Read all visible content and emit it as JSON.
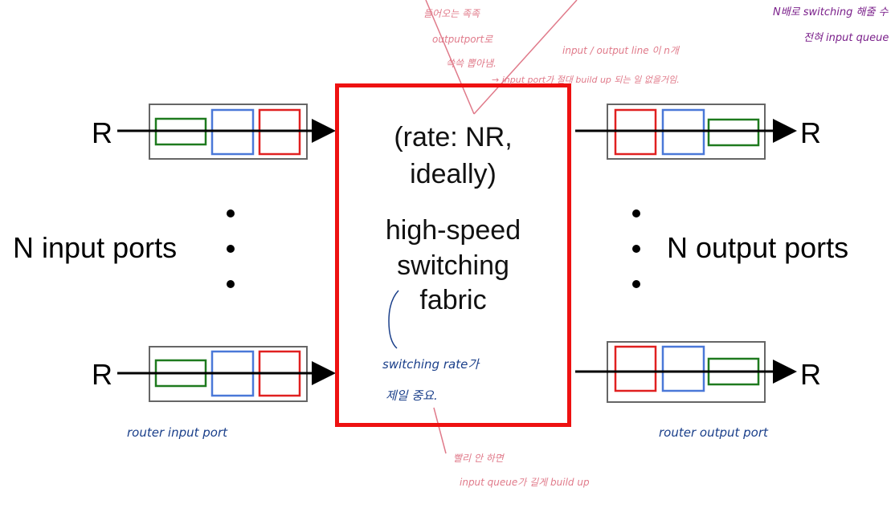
{
  "input_side": {
    "rate_top": "R",
    "rate_bottom": "R",
    "label": "N input ports",
    "note": "router input port"
  },
  "output_side": {
    "rate_top": "R",
    "rate_bottom": "R",
    "label": "N output ports",
    "note": "router output port"
  },
  "fabric": {
    "line1": "(rate: NR,",
    "line2": "ideally)",
    "line3": "high-speed",
    "line4": "switching",
    "line5": "fabric"
  },
  "annotations": {
    "top_pink_1": "들어오는 족족",
    "top_pink_2": "outputport로",
    "top_pink_3": "쓱쓱 뽑아냄.",
    "top_line_note": "input / output line 이 n개",
    "top_line_note_2": "→ input port가 절대 build up 되는 일 없을거임.",
    "purple_1": "N배로 switching 해줄 수",
    "purple_2": "전혀 input queue",
    "blue_rate_1": "switching rate가",
    "blue_rate_2": "제일 중요.",
    "pink_bottom_1": "빨리 안 하면",
    "pink_bottom_2": "input queue가 길게 build up"
  },
  "colors": {
    "fabric_border": "#ee1111",
    "queue_red": "#e02020",
    "queue_blue": "#4a78d8",
    "queue_green": "#1e7a1e",
    "port_border": "#666666"
  }
}
